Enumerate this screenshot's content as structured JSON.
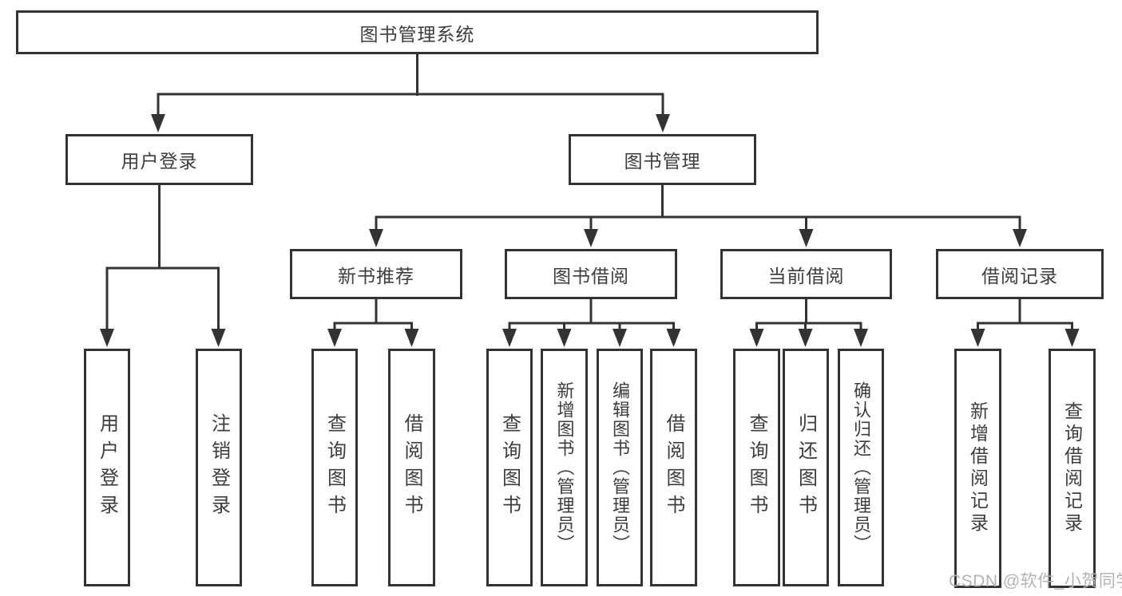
{
  "diagram": {
    "root": {
      "label": "图书管理系统"
    },
    "level2": [
      {
        "label": "用户登录"
      },
      {
        "label": "图书管理"
      }
    ],
    "level3": [
      {
        "label": "新书推荐",
        "parent": "图书管理"
      },
      {
        "label": "图书借阅",
        "parent": "图书管理"
      },
      {
        "label": "当前借阅",
        "parent": "图书管理"
      },
      {
        "label": "借阅记录",
        "parent": "图书管理"
      }
    ],
    "level4": [
      {
        "label": "用户登录",
        "parent": "用户登录"
      },
      {
        "label": "注销登录",
        "parent": "用户登录"
      },
      {
        "label": "查询图书",
        "parent": "新书推荐"
      },
      {
        "label": "借阅图书",
        "parent": "新书推荐"
      },
      {
        "label": "查询图书",
        "parent": "图书借阅"
      },
      {
        "label": "新增图书（管理员）",
        "parent": "图书借阅"
      },
      {
        "label": "编辑图书（管理员）",
        "parent": "图书借阅"
      },
      {
        "label": "借阅图书",
        "parent": "图书借阅"
      },
      {
        "label": "查询图书",
        "parent": "当前借阅"
      },
      {
        "label": "归还图书",
        "parent": "当前借阅"
      },
      {
        "label": "确认归还（管理员）",
        "parent": "当前借阅"
      },
      {
        "label": "新增借阅记录",
        "parent": "借阅记录"
      },
      {
        "label": "查询借阅记录",
        "parent": "借阅记录"
      }
    ],
    "watermark": "CSDN @软件_小贺同学",
    "colors": {
      "line": "#333333",
      "text": "#3d3d3d",
      "watermark": "#b3b3b6",
      "box_fill": "#ffffff"
    }
  }
}
